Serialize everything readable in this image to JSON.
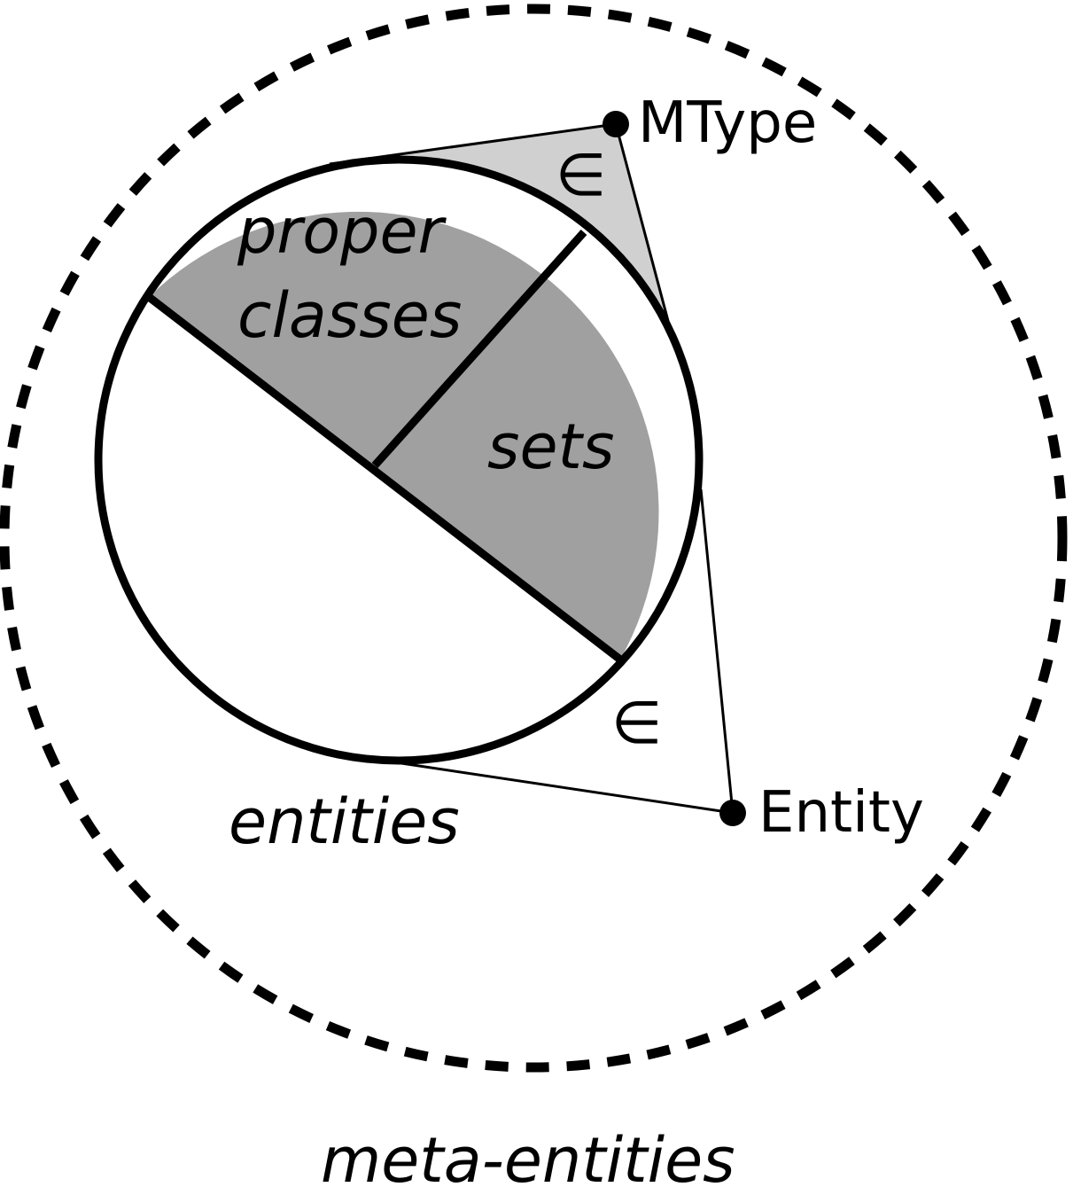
{
  "colors": {
    "stroke": "#000000",
    "light_fill": "#d0d0d0",
    "dark_fill": "#a0a0a0",
    "background": "#ffffff"
  },
  "labels": {
    "proper_classes_line1": "proper",
    "proper_classes_line2": "classes",
    "sets": "sets",
    "entities": "entities",
    "meta_entities": "meta-entities",
    "mtype": "MType",
    "entity": "Entity",
    "member_of_top": "∈",
    "member_of_bottom": "∈"
  },
  "styles": {
    "outer_circle": "dashed",
    "point_markers": "filled-dots"
  }
}
